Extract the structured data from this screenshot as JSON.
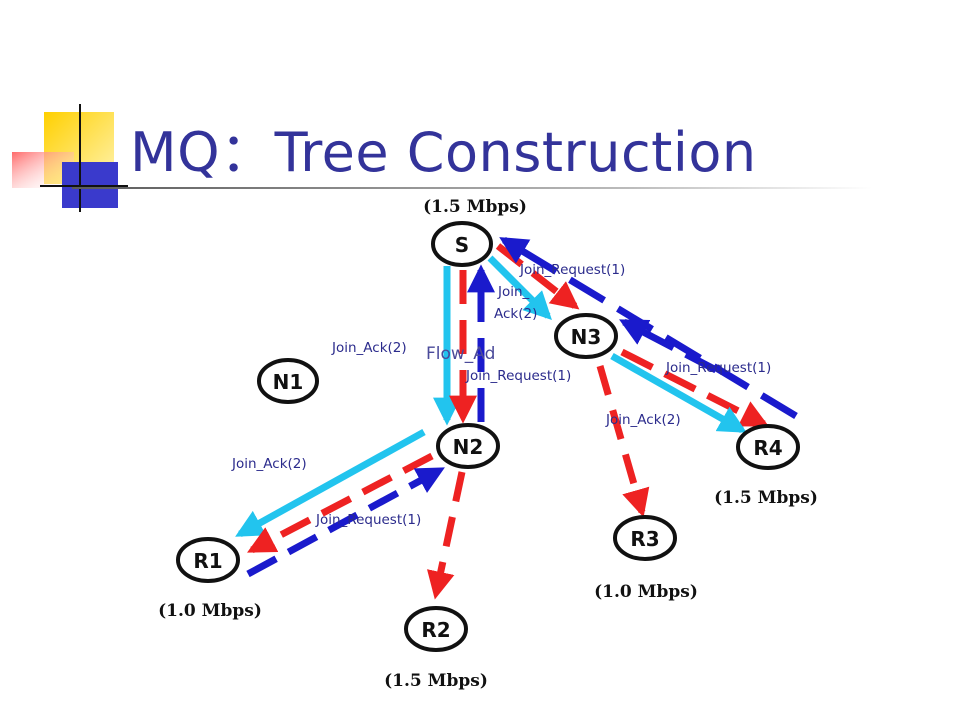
{
  "slide": {
    "title": "MQ：Tree Construction",
    "colors": {
      "title": "#33339a",
      "request_red": "#ee2222",
      "ack_blue": "#1a1acc",
      "flow_cyan": "#22c4ee",
      "logo_yellow": "#ffd000",
      "logo_blue": "#3333cc",
      "logo_red": "#ee3333"
    }
  },
  "diagram": {
    "nodes": [
      {
        "id": "S",
        "label": "S"
      },
      {
        "id": "N1",
        "label": "N1"
      },
      {
        "id": "N2",
        "label": "N2"
      },
      {
        "id": "N3",
        "label": "N3"
      },
      {
        "id": "R1",
        "label": "R1"
      },
      {
        "id": "R2",
        "label": "R2"
      },
      {
        "id": "R3",
        "label": "R3"
      },
      {
        "id": "R4",
        "label": "R4"
      }
    ],
    "bandwidths": {
      "S": "(1.5 Mbps)",
      "R1": "(1.0 Mbps)",
      "R2": "(1.5 Mbps)",
      "R3": "(1.0 Mbps)",
      "R4": "(1.5 Mbps)"
    },
    "messages": [
      {
        "id": "join_request_s_n3",
        "text": "Join_Request(1)"
      },
      {
        "id": "join_ack_n3_s_line1",
        "text": "Join_"
      },
      {
        "id": "join_ack_n3_s_line2",
        "text": "Ack(2)"
      },
      {
        "id": "join_ack_s_n2",
        "text": "Join_Ack(2)"
      },
      {
        "id": "flow_ad",
        "text": "Flow_Ad"
      },
      {
        "id": "join_request_n2_s",
        "text": "Join_Request(1)"
      },
      {
        "id": "join_request_r4_n3",
        "text": "Join_Request(1)"
      },
      {
        "id": "join_ack_n3_r4",
        "text": "Join_Ack(2)"
      },
      {
        "id": "join_ack_n2_r1",
        "text": "Join_Ack(2)"
      },
      {
        "id": "join_request_r1_n2",
        "text": "Join_Request(1)"
      }
    ]
  }
}
